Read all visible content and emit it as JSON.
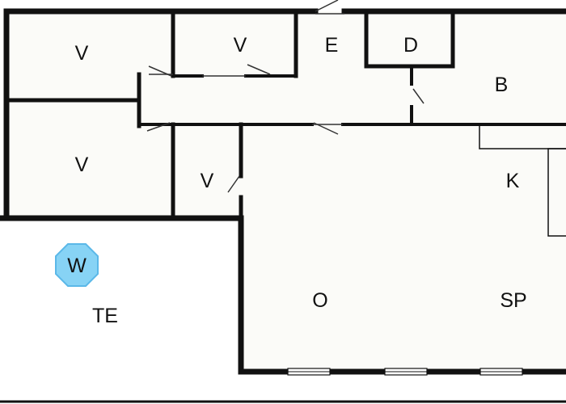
{
  "floor_plan": {
    "colors": {
      "background": "#ffffff",
      "floor": "#fbfbf8",
      "wall": "#111111",
      "marker_fill": "#87d3f5",
      "marker_stroke": "#5bb8e8"
    },
    "rooms": {
      "v_top_left": "V",
      "v_top_middle": "V",
      "e": "E",
      "d": "D",
      "b": "B",
      "v_left_middle": "V",
      "v_small": "V",
      "k": "K",
      "o": "O",
      "sp": "SP",
      "te": "TE"
    },
    "marker": {
      "label": "W",
      "icon": "octagon-marker"
    }
  }
}
